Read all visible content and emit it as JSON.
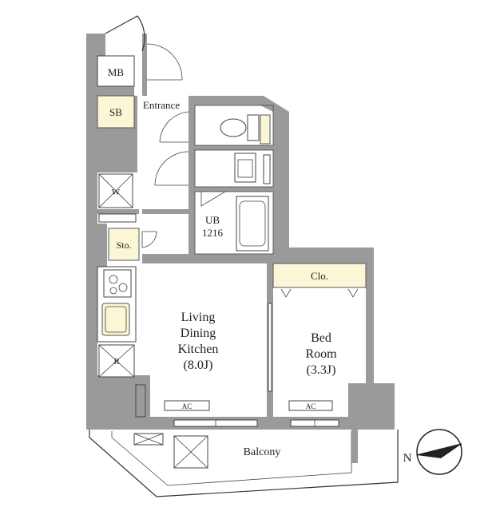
{
  "plan": {
    "labels": {
      "mb": "MB",
      "sb": "SB",
      "entrance": "Entrance",
      "w": "W",
      "ub_line1": "UB",
      "ub_line2": "1216",
      "sto": "Sto.",
      "ldk_line1": "Living",
      "ldk_line2": "Dining",
      "ldk_line3": "Kitchen",
      "ldk_line4": "(8.0J)",
      "r": "R",
      "clo": "Clo.",
      "bed_line1": "Bed",
      "bed_line2": "Room",
      "bed_line3": "(3.3J)",
      "ac_ldk": "AC",
      "ac_bed": "AC",
      "balcony": "Balcony",
      "north": "N"
    },
    "colors": {
      "wall": "#9a9a9a",
      "storage": "#fbf6d6",
      "line": "#333333"
    }
  }
}
